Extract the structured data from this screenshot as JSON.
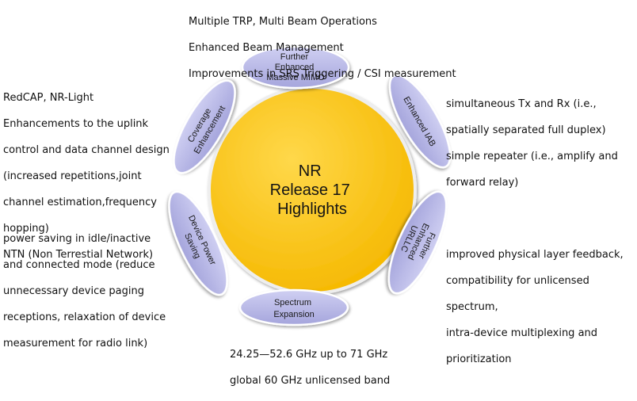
{
  "center": {
    "lines": [
      "NR",
      "Release 17",
      "Highlights"
    ],
    "color": "#ffc000"
  },
  "petals": [
    {
      "id": "mimo",
      "lines": [
        "Further",
        "Enhanced",
        "Massive MIMO"
      ]
    },
    {
      "id": "iab",
      "lines": [
        "Enhanced IAB"
      ]
    },
    {
      "id": "urllc",
      "lines": [
        "Further",
        "Enhanced",
        "URLLC"
      ]
    },
    {
      "id": "spectrum",
      "lines": [
        "Spectrum",
        "Expansion"
      ]
    },
    {
      "id": "power",
      "lines": [
        "Device Power",
        "Saving"
      ]
    },
    {
      "id": "coverage",
      "lines": [
        "Coverage",
        "Enhancement"
      ]
    }
  ],
  "notes": {
    "mimo": [
      "Multiple TRP, Multi Beam Operations",
      "Enhanced Beam Management",
      "Improvements in SRS Triggering / CSI measurement"
    ],
    "coverage": [
      "RedCAP, NR-Light",
      "Enhancements to the uplink",
      "control and data channel design",
      "(increased repetitions,joint",
      "channel estimation,frequency",
      "hopping)",
      "NTN (Non Terrestial Network)"
    ],
    "iab": [
      "simultaneous Tx and Rx (i.e.,",
      "spatially separated full duplex)",
      "simple repeater (i.e., amplify and",
      "forward relay)"
    ],
    "power": [
      "power saving in idle/inactive",
      "and connected mode (reduce",
      "unnecessary device paging",
      "receptions, relaxation of device",
      "measurement for radio link)"
    ],
    "urllc": [
      "improved physical layer feedback,",
      "compatibility for unlicensed",
      "spectrum,",
      "intra-device multiplexing and",
      "prioritization"
    ],
    "spectrum": [
      "24.25—52.6 GHz up to 71 GHz",
      "global 60 GHz unlicensed band"
    ]
  },
  "colors": {
    "petal_fill": "#b7b7e6",
    "petal_stroke": "#ffffff",
    "center_stroke": "#f2f2f2"
  }
}
